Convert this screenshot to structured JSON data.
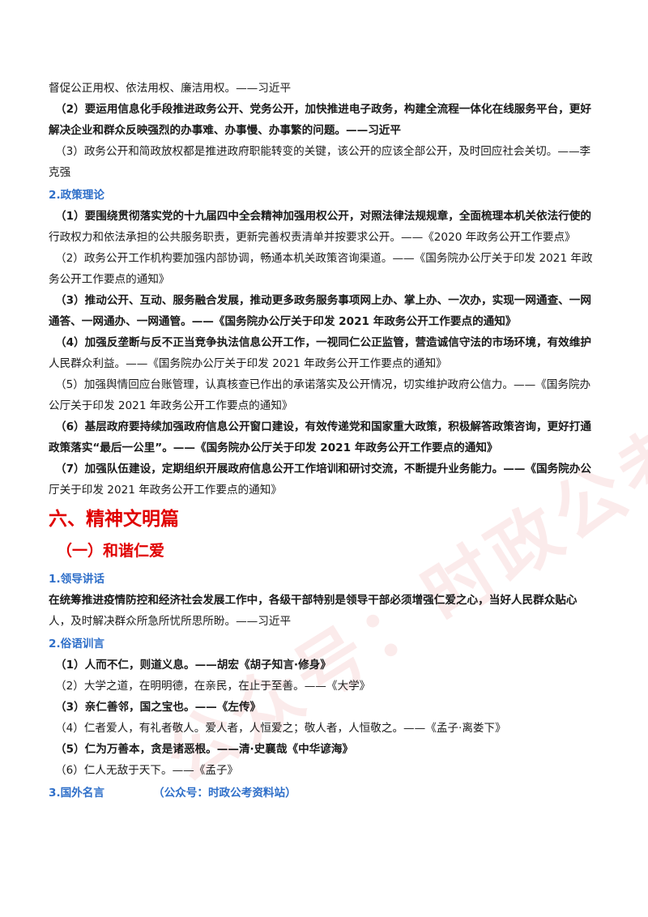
{
  "watermark": "公众号：时政公考资料站",
  "top_lines": [
    "督促公正用权、依法用权、廉洁用权。——习近平",
    "（2）要运用信息化手段推进政务公开、党务公开，加快推进电子政务，构建全流程一体化在线服务平台，更好",
    "解决企业和群众反映强烈的办事难、办事慢、办事繁的问题。——习近平",
    "（3）政务公开和简政放权都是推进政府职能转变的关键，该公开的应该全部公开，及时回应社会关切。——李",
    "克强"
  ],
  "section2_heading": "2.政策理论",
  "policy_lines": [
    "（1）要围绕贯彻落实党的十九届四中全会精神加强用权公开，对照法律法规规章，全面梳理本机关依法行使的",
    "行政权力和依法承担的公共服务职责，更新完善权责清单并按要求公开。——《2020 年政务公开工作要点》",
    "（2）政务公开工作机构要加强内部协调，畅通本机关政策咨询渠道。——《国务院办公厅关于印发 2021 年政",
    "务公开工作要点的通知》",
    "（3）推动公开、互动、服务融合发展，推动更多政务服务事项网上办、掌上办、一次办，实现一网通查、一网",
    "通答、一网通办、一网通管。——《国务院办公厅关于印发 2021 年政务公开工作要点的通知》",
    "（4）加强反垄断与反不正当竞争执法信息公开工作，一视同仁公正监管，营造诚信守法的市场环境，有效维护",
    "人民群众利益。——《国务院办公厅关于印发 2021 年政务公开工作要点的通知》",
    "（5）加强舆情回应台账管理，认真核查已作出的承诺落实及公开情况，切实维护政府公信力。——《国务院办",
    "公厅关于印发 2021 年政务公开工作要点的通知》",
    "（6）基层政府要持续加强政府信息公开窗口建设，有效传递党和国家重大政策，积极解答政策咨询，更好打通",
    "政策落实“最后一公里”。——《国务院办公厅关于印发 2021 年政务公开工作要点的通知》",
    "（7）加强队伍建设，定期组织开展政府信息公开工作培训和研讨交流，不断提升业务能力。——《国务院办公",
    "厅关于印发 2021 年政务公开工作要点的通知》"
  ],
  "chapter_title": "六、精神文明篇",
  "sub_title": "（一）和谐仁爱",
  "leader_heading": "1.领导讲话",
  "leader_lines": [
    "在统筹推进疫情防控和经济社会发展工作中，各级干部特别是领导干部必须增强仁爱之心，当好人民群众贴心",
    "人，及时解决群众所急所忧所思所盼。——习近平"
  ],
  "proverb_heading": "2.俗语训言",
  "proverb_lines": [
    "（1）人而不仁，则道义息。——胡宏《胡子知言·修身》",
    "（2）大学之道，在明明德，在亲民，在止于至善。——《大学》",
    "（3）亲仁善邻，国之宝也。——《左传》",
    "（4）仁者爱人，有礼者敬人。爱人者，人恒爱之；敬人者，人恒敬之。——《孟子·离娄下》",
    "（5）仁为万善本，贪是诸恶根。——清·史襄哉《中华谚海》",
    "（6）仁人无敌于天下。——《孟子》"
  ],
  "foreign_heading": "3.国外名言",
  "foreign_source": "（公众号：时政公考资料站）"
}
